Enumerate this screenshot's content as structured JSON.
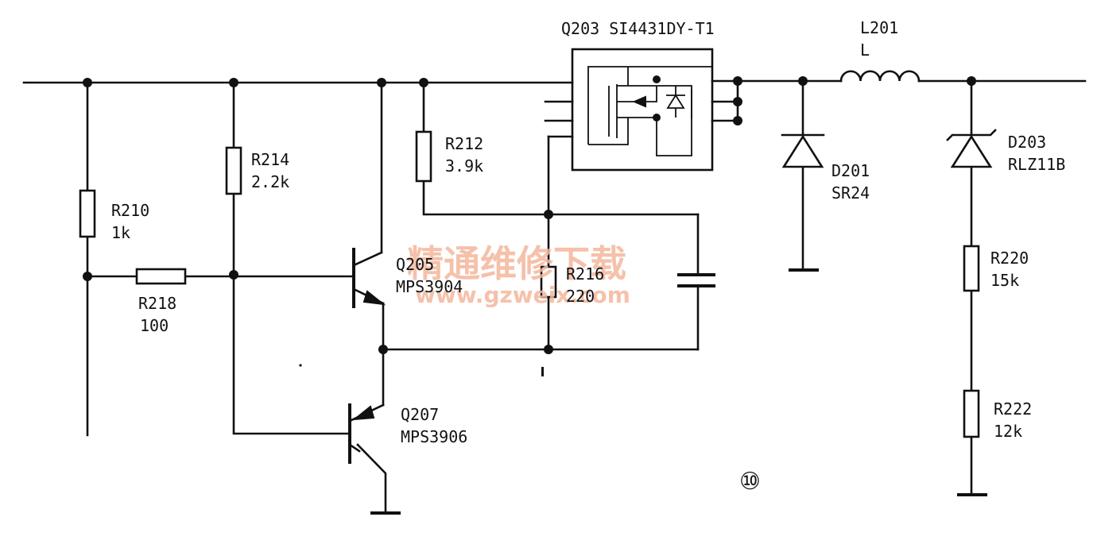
{
  "diagram": {
    "labels": {
      "q203_ref": "Q203 SI4431DY-T1",
      "l201_ref": "L201",
      "l201_value": "L",
      "d201_ref": "D201",
      "d201_value": "SR24",
      "d203_ref": "D203",
      "d203_value": "RLZ11B",
      "r210_ref": "R210",
      "r210_value": "1k",
      "r214_ref": "R214",
      "r214_value": "2.2k",
      "r212_ref": "R212",
      "r212_value": "3.9k",
      "r218_ref": "R218",
      "r218_value": "100",
      "r216_ref": "R216",
      "r216_value": "220",
      "q205_ref": "Q205",
      "q205_value": "MPS3904",
      "q207_ref": "Q207",
      "q207_value": "MPS3906",
      "r220_ref": "R220",
      "r220_value": "15k",
      "r222_ref": "R222",
      "r222_value": "12k",
      "figure_number": "⑩"
    },
    "watermark": {
      "line1": "精通维修下载",
      "line2": "www.gzweix.com"
    }
  }
}
